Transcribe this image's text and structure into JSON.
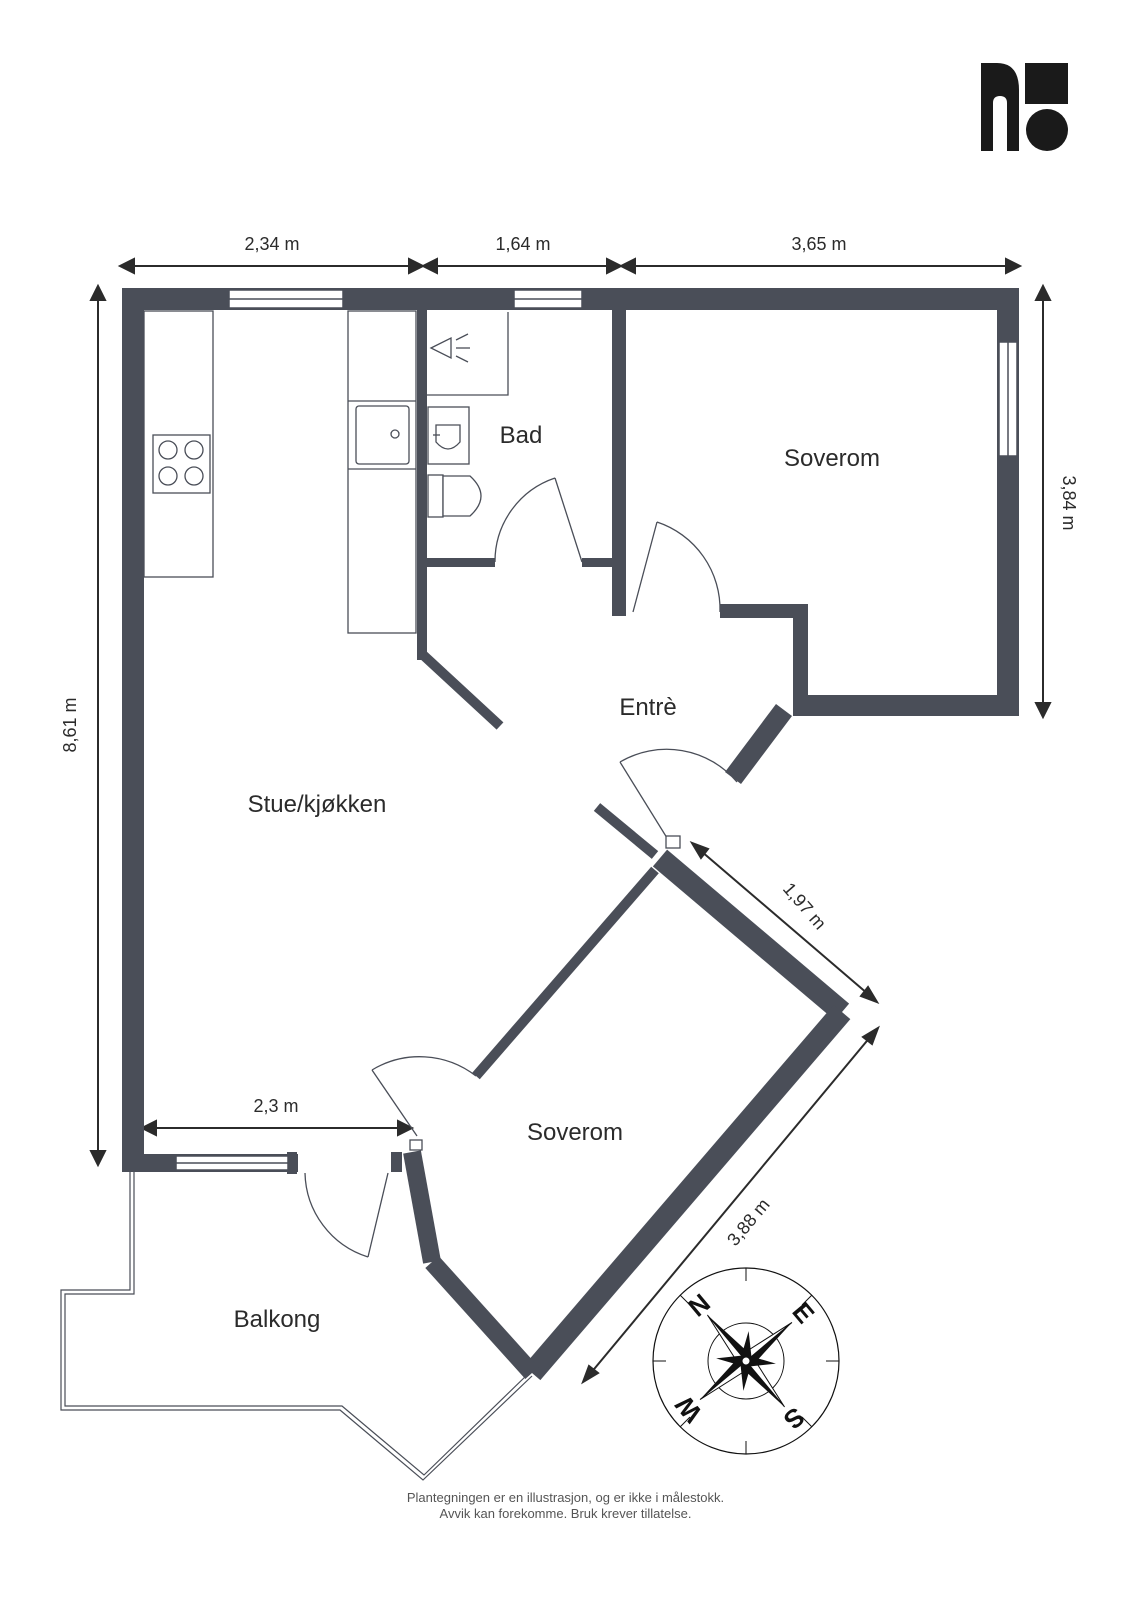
{
  "rooms": {
    "bad": "Bad",
    "soverom_1": "Soverom",
    "entre": "Entrè",
    "stue_kjokken": "Stue/kjøkken",
    "soverom_2": "Soverom",
    "balkong": "Balkong"
  },
  "dimensions": {
    "top_left": "2,34 m",
    "top_middle": "1,64 m",
    "top_right": "3,65 m",
    "right_height": "3,84 m",
    "left_height": "8,61 m",
    "diagonal_short": "1,97 m",
    "diagonal_long": "3,88 m",
    "bottom_inner": "2,3 m"
  },
  "compass": {
    "n": "N",
    "e": "E",
    "s": "S",
    "w": "W"
  },
  "disclaimer": {
    "line1": "Plantegningen er en illustrasjon, og er ikke i målestokk.",
    "line2": "Avvik kan forekomme. Bruk krever tillatelse."
  },
  "colors": {
    "wall": "#4a4e58",
    "line": "#2b2b2b"
  }
}
